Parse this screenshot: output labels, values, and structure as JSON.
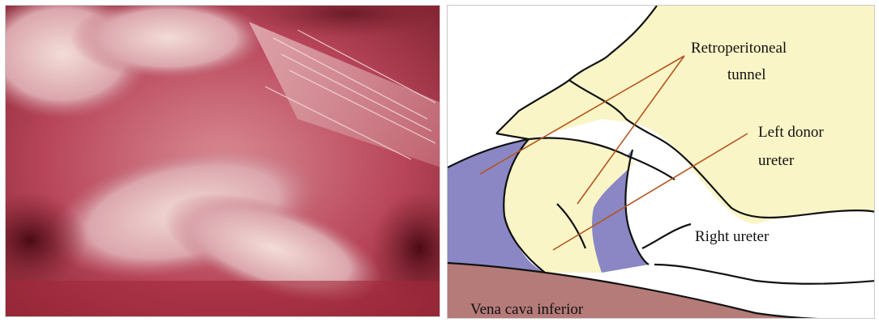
{
  "labels": {
    "retroperitoneal_line1": "Retroperitoneal",
    "retroperitoneal_line2": "tunnel",
    "left_donor_line1": "Left  donor",
    "left_donor_line2": "ureter",
    "right_ureter": "Right  ureter",
    "vena_cava": "Vena  cava  inferior"
  },
  "colors": {
    "ureter_fill": "#f9f5c6",
    "tunnel_fill": "#8a87c4",
    "vena_cava_fill": "#b57b78",
    "pointer_line": "#b5551f",
    "outline": "#111111"
  }
}
